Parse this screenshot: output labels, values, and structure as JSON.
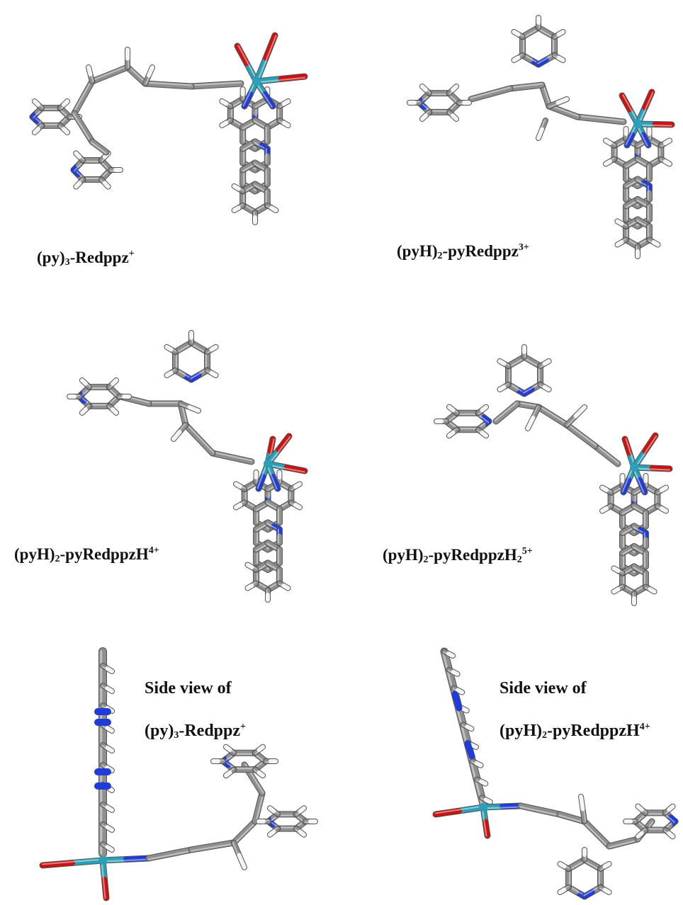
{
  "colors": {
    "carbon": "#8f8f8f",
    "carbon_light": "#c8c8c8",
    "carbon_dark": "#555555",
    "hydrogen": "#f2f2f2",
    "hydrogen_edge": "#9a9a9a",
    "nitrogen": "#1f3cd6",
    "oxygen": "#cc1111",
    "rhenium": "#2aa0b8"
  },
  "labels": {
    "p1": {
      "pre": "(py)",
      "sub": "3",
      "post": "-Redppz",
      "sup": "+"
    },
    "p2": {
      "pre": "(pyH)",
      "sub": "2",
      "post": "-pyRedppz",
      "sup": "3+"
    },
    "p3": {
      "pre": "(pyH)",
      "sub": "2",
      "post": "-pyRedppzH",
      "sup": "4+"
    },
    "p4": {
      "pre": "(pyH)",
      "sub": "2",
      "post": "-pyRedppzH",
      "sub2": "2",
      "sup": "5+"
    },
    "p5_title": "Side view of",
    "p5": {
      "pre": "(py)",
      "sub": "3",
      "post": "-Redppz",
      "sup": "+"
    },
    "p6_title": "Side view of",
    "p6": {
      "pre": "(pyH)",
      "sub": "2",
      "post": "-pyRedppzH",
      "sup": "4+"
    }
  }
}
